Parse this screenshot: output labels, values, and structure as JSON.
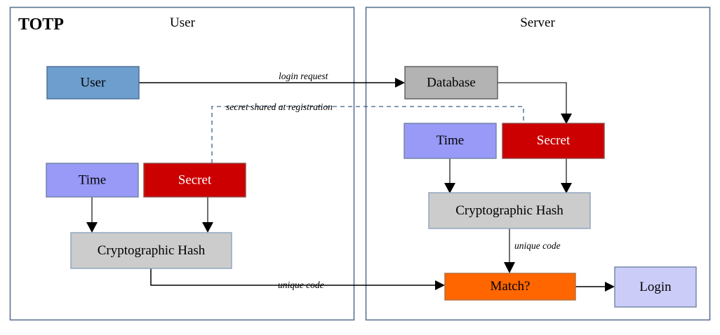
{
  "diagram": {
    "title": "TOTP",
    "panels": [
      {
        "id": "user",
        "label": "User"
      },
      {
        "id": "server",
        "label": "Server"
      }
    ],
    "nodes": [
      {
        "id": "user-user",
        "label": "User",
        "panel": "user",
        "fill": "#6d9ecd",
        "stroke": "#4a6d92",
        "text_color": "#000000"
      },
      {
        "id": "user-time",
        "label": "Time",
        "panel": "user",
        "fill": "#9999f7",
        "stroke": "#6d83a3",
        "text_color": "#000000"
      },
      {
        "id": "user-secret",
        "label": "Secret",
        "panel": "user",
        "fill": "#cc0000",
        "stroke": "#8f4a4a",
        "text_color": "#ffffff"
      },
      {
        "id": "user-hash",
        "label": "Cryptographic Hash",
        "panel": "user",
        "fill": "#cccccc",
        "stroke": "#8ba3bd",
        "text_color": "#000000"
      },
      {
        "id": "server-database",
        "label": "Database",
        "panel": "server",
        "fill": "#b3b3b3",
        "stroke": "#5a5a5a",
        "text_color": "#000000"
      },
      {
        "id": "server-time",
        "label": "Time",
        "panel": "server",
        "fill": "#9999f7",
        "stroke": "#6d83a3",
        "text_color": "#000000"
      },
      {
        "id": "server-secret",
        "label": "Secret",
        "panel": "server",
        "fill": "#cc0000",
        "stroke": "#8f4a4a",
        "text_color": "#ffffff"
      },
      {
        "id": "server-hash",
        "label": "Cryptographic Hash",
        "panel": "server",
        "fill": "#cccccc",
        "stroke": "#8ba3bd",
        "text_color": "#000000"
      },
      {
        "id": "server-match",
        "label": "Match?",
        "panel": "server",
        "fill": "#ff6600",
        "stroke": "#b26b3a",
        "text_color": "#000000"
      },
      {
        "id": "server-login",
        "label": "Login",
        "panel": "server",
        "fill": "#ccccf9",
        "stroke": "#6d83a3",
        "text_color": "#000000"
      }
    ],
    "edges": [
      {
        "id": "edge-login-request",
        "label": "login request",
        "style": "solid",
        "from": "user-user",
        "to": "server-database"
      },
      {
        "id": "edge-secret-shared",
        "label": "secret shared at registration",
        "style": "dashed",
        "from": "user-secret",
        "to": "server-secret"
      },
      {
        "id": "edge-user-unique",
        "label": "unique code",
        "style": "solid",
        "from": "user-hash",
        "to": "server-match"
      },
      {
        "id": "edge-server-unique",
        "label": "unique code",
        "style": "solid",
        "from": "server-hash",
        "to": "server-match"
      },
      {
        "id": "edge-db-secret",
        "label": "",
        "style": "solid",
        "from": "server-database",
        "to": "server-secret"
      },
      {
        "id": "edge-user-time-hash",
        "label": "",
        "style": "solid",
        "from": "user-time",
        "to": "user-hash"
      },
      {
        "id": "edge-user-secret-hash",
        "label": "",
        "style": "solid",
        "from": "user-secret",
        "to": "user-hash"
      },
      {
        "id": "edge-srv-time-hash",
        "label": "",
        "style": "solid",
        "from": "server-time",
        "to": "server-hash"
      },
      {
        "id": "edge-srv-secret-hash",
        "label": "",
        "style": "solid",
        "from": "server-secret",
        "to": "server-hash"
      },
      {
        "id": "edge-match-login",
        "label": "",
        "style": "solid",
        "from": "server-match",
        "to": "server-login"
      }
    ]
  }
}
